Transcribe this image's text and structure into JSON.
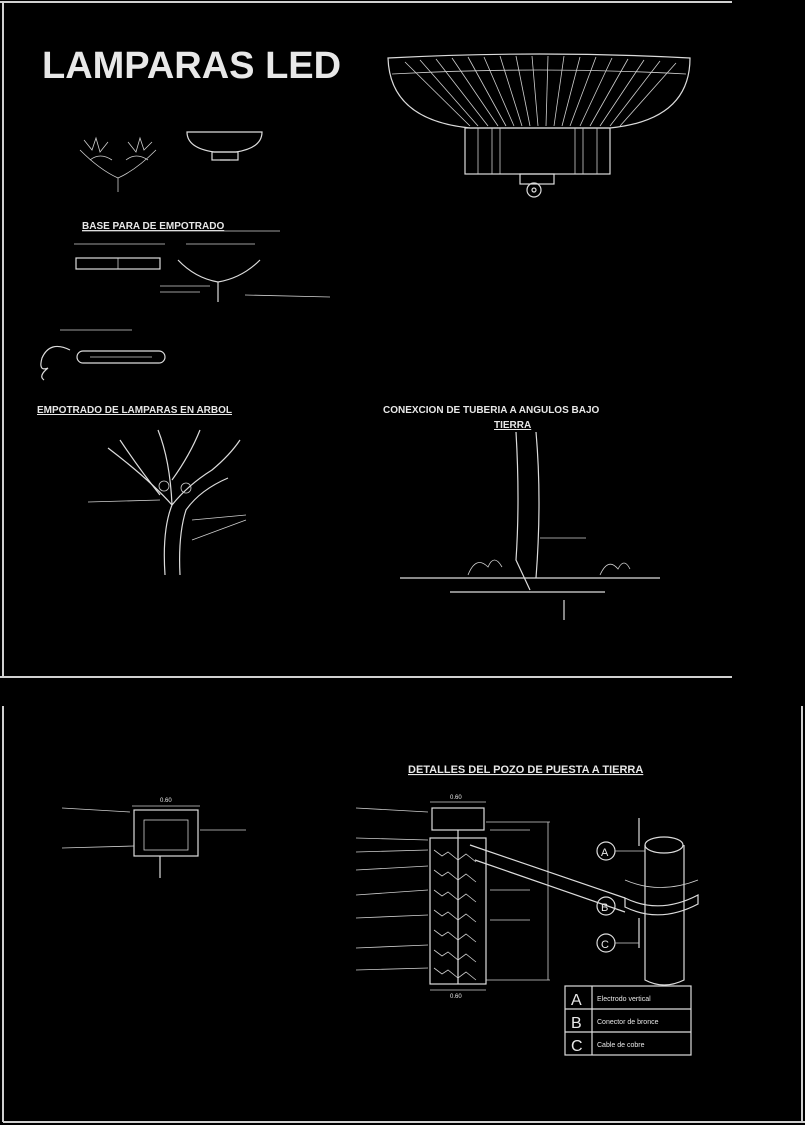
{
  "title": "LAMPARAS LED",
  "sections": {
    "base_title": "BASE PARA DE EMPOTRADO",
    "tree_title": "EMPOTRADO DE LAMPARAS EN ARBOL",
    "ground_title": "CONEXCION DE TUBERIA A ANGULOS BAJO",
    "ground_title2": "TIERRA",
    "pit_title": "DETALLES DEL POZO DE PUESTA A TIERRA"
  },
  "legend": {
    "rows": [
      {
        "key": "A",
        "label": "Electrodo vertical"
      },
      {
        "key": "B",
        "label": "Conector de bronce"
      },
      {
        "key": "C",
        "label": "Cable de cobre"
      }
    ]
  },
  "callouts": {
    "a": "A",
    "b": "B",
    "c": "C"
  },
  "dims": {
    "d1": "0.60",
    "d2": "0.60",
    "d3": "0.60"
  },
  "colors": {
    "background": "#000000",
    "line": "#dcdcdc"
  }
}
